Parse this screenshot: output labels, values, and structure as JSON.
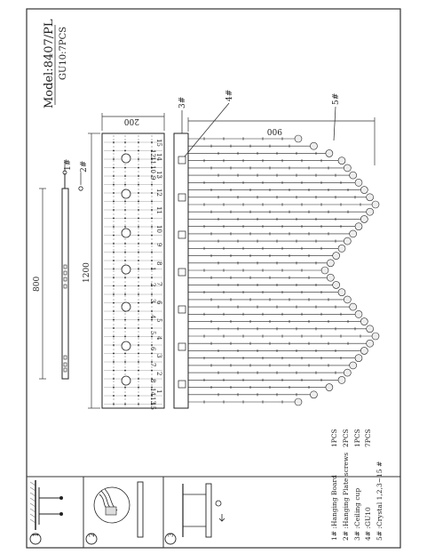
{
  "title": {
    "model": "Model:8407/PL",
    "bulbs": "GU10:7PCS"
  },
  "dimensions": {
    "width_200": "200",
    "length_1200": "1200",
    "board_800": "800",
    "spread_900": "900"
  },
  "callouts": {
    "p1": "1#",
    "p2": "2#",
    "p3": "3#",
    "p4": "4#",
    "p5": "5#"
  },
  "row_numbers_top": [
    "15",
    "14",
    "13",
    "12",
    "11",
    "10",
    "9",
    "8",
    "7",
    "6",
    "5",
    "4",
    "3",
    "2",
    "1"
  ],
  "row_numbers_bottom": [
    "1",
    "2",
    "3",
    "4",
    "5",
    "6",
    "7",
    "8",
    "9",
    "10",
    "11",
    "12",
    "13",
    "14",
    "15"
  ],
  "parts_list": [
    {
      "name": "1#  :Hanging Board",
      "qty": "1PCS"
    },
    {
      "name": "2#  :Hanging Plate screws",
      "qty": "2PCS"
    },
    {
      "name": "3#  :Ceiling cup",
      "qty": "1PCS"
    },
    {
      "name": "4#  :GU10",
      "qty": "7PCS"
    },
    {
      "name": "5#  :Crystal 1,2,3~15 #",
      "qty": ""
    }
  ],
  "steps": [
    "1",
    "2",
    "3"
  ],
  "colors": {
    "line": "#222222",
    "paper": "#ffffff",
    "crystal": "#bbbbbb"
  }
}
